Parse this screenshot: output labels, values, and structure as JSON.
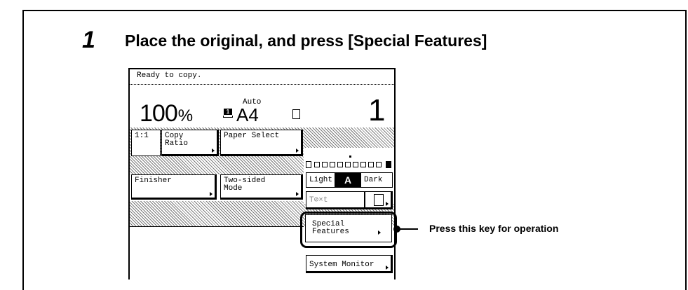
{
  "step": {
    "number": "1",
    "title": "Place the original, and press [Special Features]"
  },
  "screen": {
    "status": "Ready to copy.",
    "ratio_value": "100",
    "ratio_unit": "%",
    "paper_mode": "Auto",
    "tray_icon_label": "1",
    "paper_size": "A4",
    "quantity": "1",
    "keys": {
      "ratio_1to1": "1:1",
      "copy_ratio": [
        "Copy",
        "Ratio"
      ],
      "paper_select": "Paper Select",
      "finisher": "Finisher",
      "two_sided": [
        "Two-sided",
        "Mode"
      ],
      "light": "Light",
      "auto_density": "A",
      "dark": "Dark",
      "text_mode": "T⊘×t",
      "special_features": [
        "Special",
        "Features"
      ],
      "system_monitor": "System Monitor"
    }
  },
  "callout": {
    "text": "Press this key for operation"
  },
  "icons": [
    "paper-tray-icon",
    "original-orientation-icon",
    "density-scale-icon",
    "document-icon",
    "arrow-right-icon"
  ]
}
